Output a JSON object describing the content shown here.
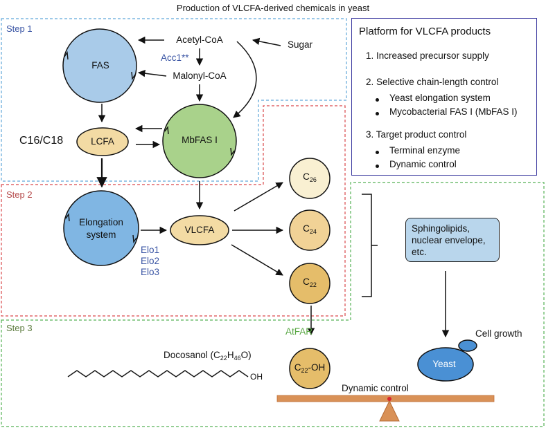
{
  "title": "Production of VLCFA-derived chemicals in yeast",
  "steps": {
    "step1": "Step 1",
    "step2": "Step 2",
    "step3": "Step 3"
  },
  "nodes": {
    "fas": "FAS",
    "mbfas": "MbFAS I",
    "lcfa": "LCFA",
    "vlcfa": "VLCFA",
    "elongation_line1": "Elongation",
    "elongation_line2": "system",
    "acetyl_coa": "Acetyl-CoA",
    "malonyl_coa": "Malonyl-CoA",
    "acc1": "Acc1**",
    "sugar": "Sugar",
    "c16_c18": "C16/C18",
    "elo1": "Elo1",
    "elo2": "Elo2",
    "elo3": "Elo3",
    "c26": "C26",
    "c24": "C24",
    "c22": "C22",
    "c22oh": "C22-OH",
    "atfar": "AtFAR",
    "docosanol": "Docosanol (C22H46O)",
    "oh": "OH",
    "yeast": "Yeast",
    "cell_growth": "Cell growth",
    "dynamic_control": "Dynamic control",
    "sphingolipids": "Sphingolipids, nuclear envelope, etc."
  },
  "platform": {
    "heading": "Platform for VLCFA products",
    "item1": "1.   Increased precursor supply",
    "item2": "2.   Selective chain-length control",
    "item2_b1": "Yeast elongation system",
    "item2_b2": "Mycobacterial FAS I (MbFAS I)",
    "item3": "3.   Target product control",
    "item3_b1": "Terminal enzyme",
    "item3_b2": "Dynamic control"
  },
  "colors": {
    "fas_fill": "#a9cbe9",
    "mbfas_fill": "#a9d28b",
    "lcfa_fill": "#f3dba4",
    "elongation_fill": "#80b6e3",
    "c26_fill": "#f9f0d2",
    "c24_fill": "#f1d296",
    "c22_fill": "#e5bd6a",
    "yeast_fill": "#4a90d4",
    "balance": "#d99157",
    "step1_border": "#5fa7d9",
    "step2_border": "#d9484a",
    "step3_border": "#53b054",
    "platform_border": "#3d3ba0",
    "accent_blue": "#3a55a4",
    "accent_green": "#5aa845"
  }
}
